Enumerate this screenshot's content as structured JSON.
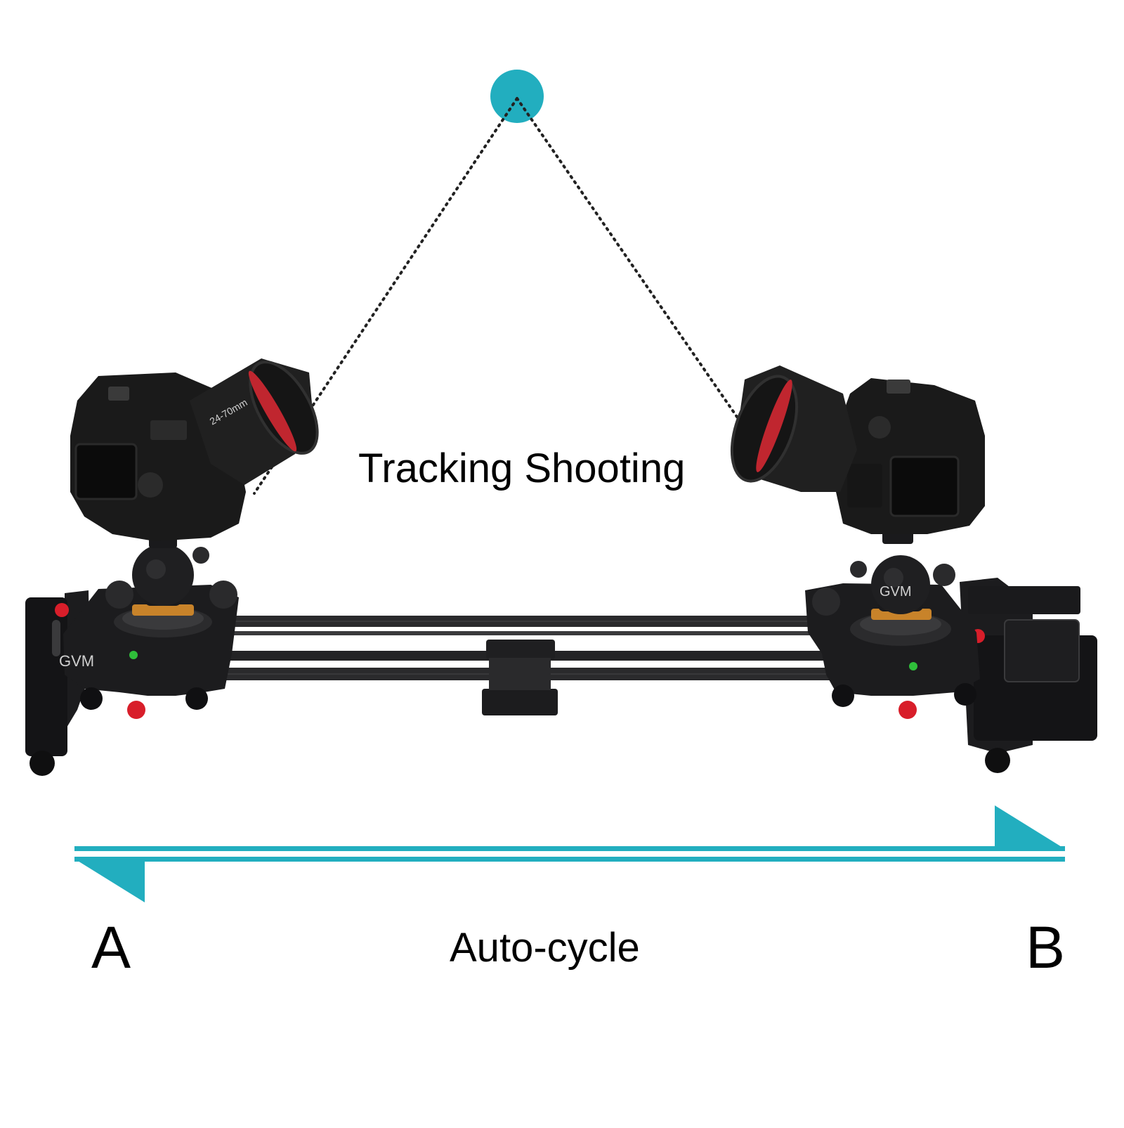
{
  "title": "Tracking Shooting",
  "cycle_label": "Auto-cycle",
  "start_point": "A",
  "end_point": "B",
  "colors": {
    "accent": "#22aebf",
    "text": "#000000",
    "dotted_line": "#222222",
    "slider_body": "#1c1c1e",
    "carbon_rail": "#2a2a2c",
    "knob_red": "#d81e2a",
    "base_ring": "#c8832a"
  },
  "icons": {
    "target": "circle-target-icon",
    "forward_arrow": "arrow-right-icon",
    "return_arrow": "arrow-left-icon",
    "camera": "dslr-camera-icon"
  }
}
